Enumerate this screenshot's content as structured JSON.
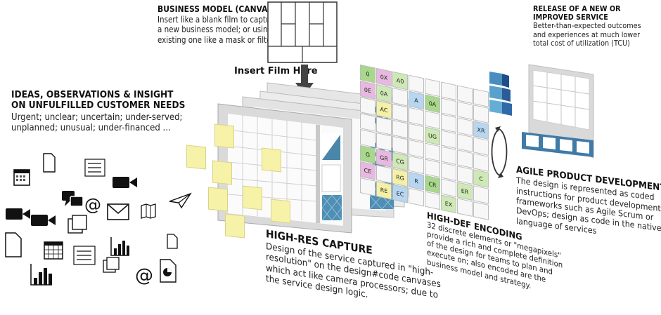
{
  "business_model": {
    "title": "BUSINESS MODEL (CANVAS)",
    "lines": [
      "Insert like a blank film to capture",
      "a new business model; or using an",
      "existing one like a mask or filter"
    ]
  },
  "insert_film": "Insert Film Here",
  "ideas": {
    "title_lines": [
      "IDEAS, OBSERVATIONS & INSIGHT",
      "ON UNFULFILLED CUSTOMER NEEDS"
    ],
    "body_lines": [
      "Urgent; unclear; uncertain; under-served;",
      "unplanned; unusual; under-financed ..."
    ]
  },
  "release": {
    "title_lines": [
      "RELEASE OF A NEW OR",
      "IMPROVED SERVICE"
    ],
    "body_lines": [
      "Better-than-expected outcomes",
      "and experiences at much lower",
      "total cost of utilization (TCU)"
    ]
  },
  "agile": {
    "title": "AGILE PRODUCT DEVELOPMENT",
    "body_lines": [
      "The design is represented as coded",
      "instructions for product development",
      "frameworks such as Agile Scrum or",
      "DevOps; design as code in the native",
      "language of services"
    ]
  },
  "highdef": {
    "title": "HIGH-DEF ENCODING",
    "body_lines": [
      "32 discrete elements or \"megapixels\"",
      "provide a rich and complete definition",
      "of the design for teams to plan and",
      "execute on; also encoded are the",
      "business model and strategy."
    ]
  },
  "highres": {
    "title": "HIGH-RES CAPTURE",
    "body_lines": [
      "Design of the service captured in \"high-",
      "resolution\" on the design#code canvases",
      "which act like camera processors; due to",
      "the service design logic."
    ]
  },
  "codes": [
    "0",
    "0X",
    "A0",
    "",
    "",
    "",
    "",
    "",
    "0E",
    "0A",
    "",
    "A",
    "0A",
    "",
    "",
    "",
    "",
    "AC",
    "",
    "",
    "",
    "",
    "",
    "XR",
    "",
    "",
    "",
    "",
    "UG",
    "",
    "",
    "",
    "",
    "",
    "",
    "",
    "",
    "",
    "",
    "",
    "G",
    "GR",
    "CG",
    "",
    "",
    "",
    "",
    "C",
    "CE",
    "",
    "RG",
    "R",
    "CR",
    "",
    "ER",
    "",
    "",
    "RE",
    "EC",
    "",
    "",
    "EX",
    "",
    ""
  ],
  "code_colors": {
    "green": "#a8d88c",
    "yellow": "#f4f1a6",
    "pink": "#e8b8e0",
    "blue": "#b6d6f2",
    "lightgreen": "#cfe9b6",
    "white": "#f7f7f7"
  },
  "icons": {
    "ideas_cluster": [
      "calendar-icon",
      "document-icon",
      "checklist-icon",
      "video-camera-icon",
      "chat-bubbles-icon",
      "at-sign-icon",
      "envelope-icon",
      "map-icon",
      "paper-plane-icon",
      "video-camera-icon",
      "video-camera-icon",
      "photos-icon",
      "bar-chart-icon",
      "document-icon",
      "calendar-icon",
      "checklist-icon",
      "document-icon",
      "bar-chart-icon",
      "photos-icon",
      "at-sign-icon",
      "pie-chart-document-icon"
    ]
  }
}
